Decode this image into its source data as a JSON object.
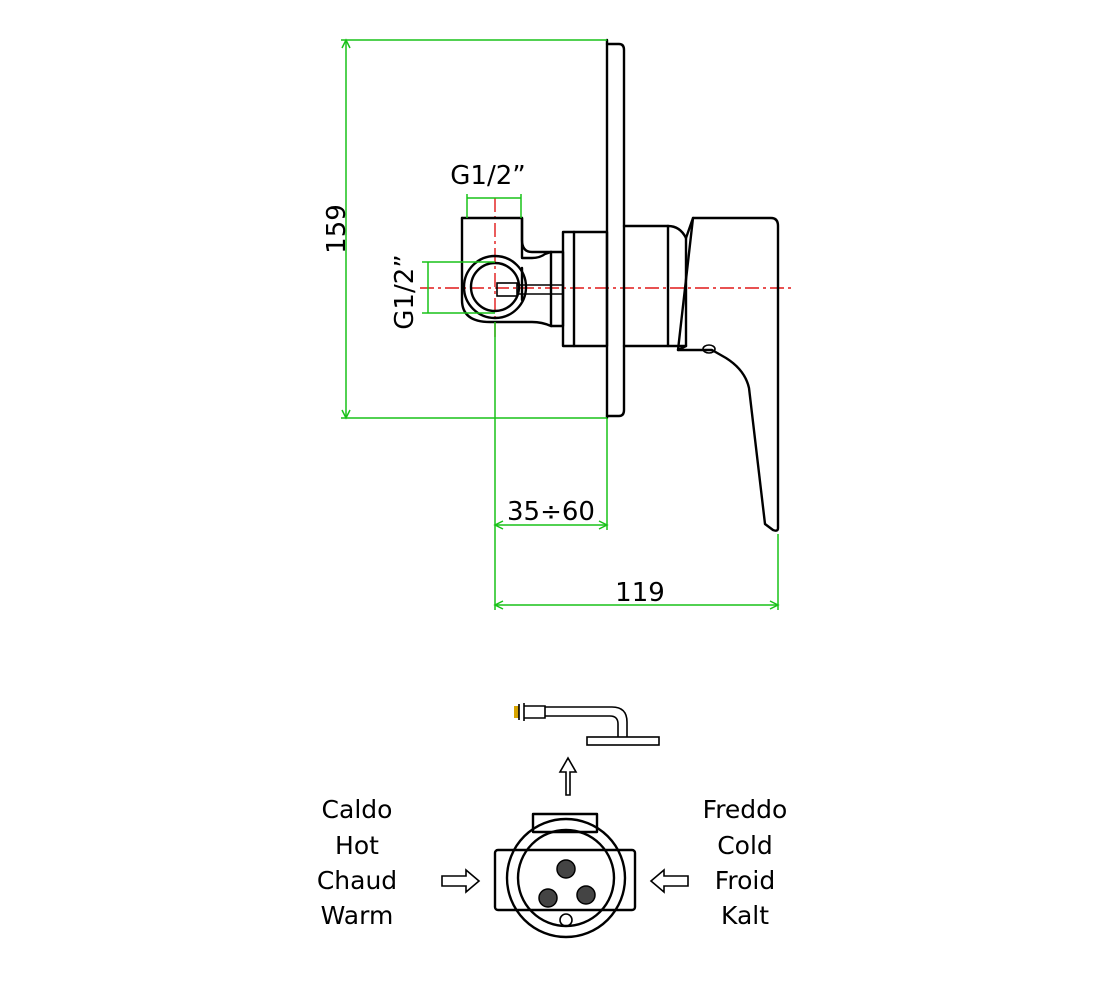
{
  "dimensions": {
    "height": "159",
    "inlet_top": "G1/2”",
    "inlet_side": "G1/2”",
    "wall_range": "35÷60",
    "depth": "119"
  },
  "hot_labels": [
    "Caldo",
    "Hot",
    "Chaud",
    "Warm"
  ],
  "cold_labels": [
    "Freddo",
    "Cold",
    "Froid",
    "Kalt"
  ],
  "colors": {
    "dimension_lines": "#19c219",
    "axis_line": "#e01818",
    "outline": "#000000"
  }
}
